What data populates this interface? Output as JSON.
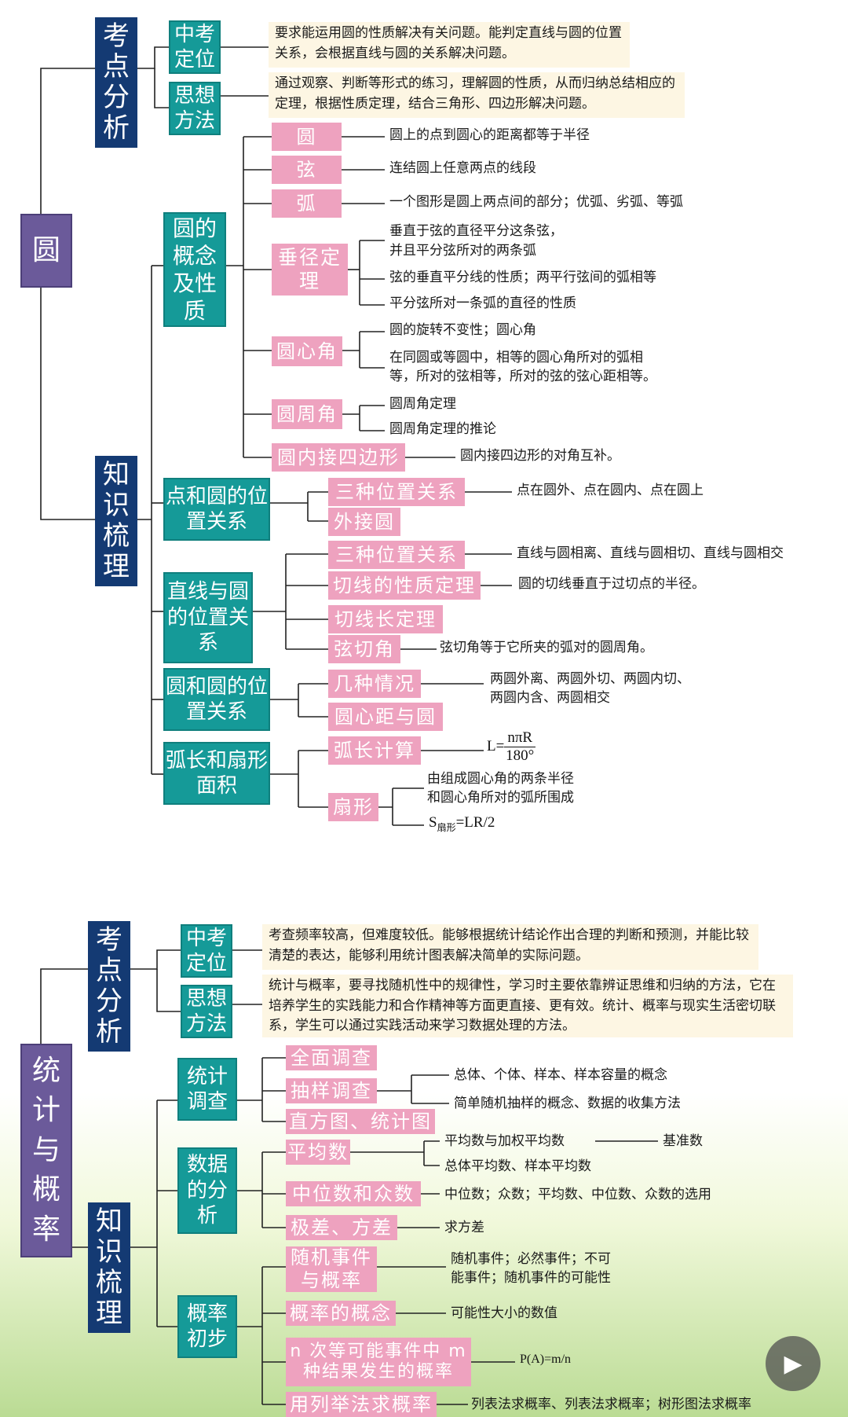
{
  "circle": {
    "root": "圆",
    "kaodian": "考点分析",
    "zhongkao": "中考定位",
    "zhongkao_text": "要求能运用圆的性质解决有关问题。能判定直线与圆的位置关系，会根据直线与圆的关系解决问题。",
    "sixiang": "思想方法",
    "sixiang_text": "通过观察、判断等形式的练习，理解圆的性质，从而归纳总结相应的定理，根据性质定理，结合三角形、四边形解决问题。",
    "zhishi": "知识梳理",
    "gainian": "圆的概念及性质",
    "yuan": "圆",
    "yuan_def": "圆上的点到圆心的距离都等于半径",
    "xian": "弦",
    "xian_def": "连结圆上任意两点的线段",
    "hu": "弧",
    "hu_def": "一个图形是圆上两点间的部分；优弧、劣弧、等弧",
    "chuijing": "垂径定理",
    "chuijing_1a": "垂直于弦的直径平分这条弦，",
    "chuijing_1b": "并且平分弦所对的两条弧",
    "chuijing_2": "弦的垂直平分线的性质；两平行弦间的弧相等",
    "chuijing_3": "平分弦所对一条弧的直径的性质",
    "yuanxinjiao": "圆心角",
    "yxj_1": "圆的旋转不变性；圆心角",
    "yxj_2a": "在同圆或等圆中，相等的圆心角所对的弧相",
    "yxj_2b": "等，所对的弦相等，所对的弦的弦心距相等。",
    "yuanzhoujiao": "圆周角",
    "yzj_1": "圆周角定理",
    "yzj_2": "圆周角定理的推论",
    "neijie": "圆内接四边形",
    "neijie_def": "圆内接四边形的对角互补。",
    "dianyuan": "点和圆的位置关系",
    "dy_sanzhong": "三种位置关系",
    "dy_sanzhong_def": "点在圆外、点在圆内、点在圆上",
    "dy_waijie": "外接圆",
    "zhixian": "直线与圆的位置关系",
    "zx_sanzhong": "三种位置关系",
    "zx_sanzhong_def": "直线与圆相离、直线与圆相切、直线与圆相交",
    "zx_qiexian": "切线的性质定理",
    "zx_qiexian_def": "圆的切线垂直于过切点的半径。",
    "zx_qiexianchang": "切线长定理",
    "zx_xianqiejiao": "弦切角",
    "zx_xianqiejiao_def": "弦切角等于它所夹的弧对的圆周角。",
    "yuanyuan": "圆和圆的位置关系",
    "yy_jizhong": "几种情况",
    "yy_jizhong_a": "两圆外离、两圆外切、两圆内切、",
    "yy_jizhong_b": "两圆内含、两圆相交",
    "yy_yuanxinju": "圆心距与圆",
    "huchang": "弧长和扇形面积",
    "hc_jisuan": "弧长计算",
    "hc_formula_lhs": "L=",
    "hc_formula_num": "nπR",
    "hc_formula_den": "180°",
    "hc_shanxing": "扇形",
    "hc_sx_a": "由组成圆心角的两条半径",
    "hc_sx_b": "和圆心角所对的弧所围成",
    "hc_sx_formula_s": "S",
    "hc_sx_formula_sub": "扇形",
    "hc_sx_formula_rhs": "=LR/2"
  },
  "stat": {
    "root": "统计与概率",
    "kaodian": "考点分析",
    "zhongkao": "中考定位",
    "zhongkao_text": "考查频率较高，但难度较低。能够根据统计结论作出合理的判断和预测，并能比较清楚的表达，能够利用统计图表解决简单的实际问题。",
    "sixiang": "思想方法",
    "sixiang_text": "统计与概率，要寻找随机性中的规律性，学习时主要依靠辨证思维和归纳的方法，它在培养学生的实践能力和合作精神等方面更直接、更有效。统计、概率与现实生活密切联系，学生可以通过实践活动来学习数据处理的方法。",
    "zhishi": "知识梳理",
    "tongji": "统计调查",
    "quanmian": "全面调查",
    "chouyang": "抽样调查",
    "cy_1": "总体、个体、样本、样本容量的概念",
    "cy_2": "简单随机抽样的概念、数据的收集方法",
    "zhifang": "直方图、统计图",
    "shuju": "数据的分析",
    "pingjun": "平均数",
    "pj_1": "平均数与加权平均数",
    "pj_1b": "基准数",
    "pj_2": "总体平均数、样本平均数",
    "zhongwei": "中位数和众数",
    "zw_def": "中位数；众数；平均数、中位数、众数的选用",
    "jicha": "极差、方差",
    "jc_def": "求方差",
    "gailv": "概率初步",
    "suiji": "随机事件与概率",
    "sj_a": "随机事件；必然事件；不可",
    "sj_b": "能事件；随机事件的可能性",
    "gainian": "概率的概念",
    "gn_def": "可能性大小的数值",
    "nci": "n 次等可能事件中 m 种结果发生的概率",
    "nci_formula": "P(A)=m/n",
    "liejv": "用列举法求概率",
    "lj_def": "列表法求概率、列表法求概率；树形图法求概率"
  },
  "colors": {
    "navy": "#143a73",
    "purple": "#6b5a9a",
    "teal": "#159a98",
    "pink": "#eea2bf",
    "note_bg": "#fdf6e3"
  }
}
